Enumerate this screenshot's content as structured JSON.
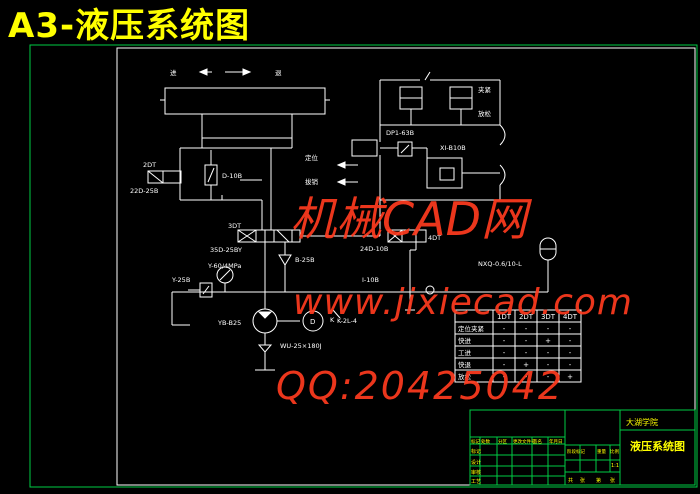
{
  "title": "A3-液压系统图",
  "colors": {
    "background": "#000000",
    "line": "#ffffff",
    "frame": "#00cc44",
    "title": "#ffff00",
    "watermark": "#ff3b1f"
  },
  "watermark": {
    "line1": "机械CAD网",
    "line2": "www.jixiecad.com",
    "line3": "QQ:20425042"
  },
  "diagram": {
    "arrows": {
      "left": "进",
      "right": "退"
    },
    "cylinder_labels": {
      "clamp": "夹紧",
      "release": "放松"
    },
    "positioning": "定位",
    "release_side": "拔销",
    "components": {
      "sol_2dt": "2DT",
      "valve_22d": "22D-25B",
      "d10b": "D-10B",
      "sol_3dt": "3DT",
      "valve_35d": "35D-25BY",
      "b25b": "B-25B",
      "gauge_y": "Y-60/4MPa",
      "relief_y25b": "Y-25B",
      "dp63b": "DP1-63B",
      "xi_b10b": "XI-B10B",
      "valve_24d": "24D-10B",
      "sol_4dt": "4DT",
      "i10b": "I-10B",
      "accumulator": "NXQ-0.6/10-L",
      "pump_yb": "YB-B25",
      "motor": "D",
      "k": "K",
      "k_label": "K-2L-4",
      "filter": "WU-25×180J"
    }
  },
  "table": {
    "header": [
      "",
      "1DT",
      "2DT",
      "3DT",
      "4DT"
    ],
    "rows": [
      [
        "定位夹紧",
        "-",
        "-",
        "-",
        "-"
      ],
      [
        "快进",
        "-",
        "-",
        "+",
        "-"
      ],
      [
        "工进",
        "-",
        "-",
        "-",
        "-"
      ],
      [
        "快退",
        "-",
        "+",
        "-",
        "-"
      ],
      [
        "放松",
        "-",
        "-",
        "-",
        "+"
      ]
    ]
  },
  "titleblock": {
    "school": "大湖学院",
    "drawing": "液压系统图",
    "row_labels": [
      "标记",
      "设计",
      "审核",
      "工艺"
    ],
    "row1": [
      "标记",
      "处数",
      "分区",
      "更改文件号",
      "签名",
      "年月日"
    ],
    "right_labels": [
      "阶段标记",
      "重量",
      "比例"
    ],
    "right_vals": [
      "",
      "",
      "1:1"
    ],
    "sheet": [
      "共",
      "张",
      "第",
      "张"
    ]
  }
}
